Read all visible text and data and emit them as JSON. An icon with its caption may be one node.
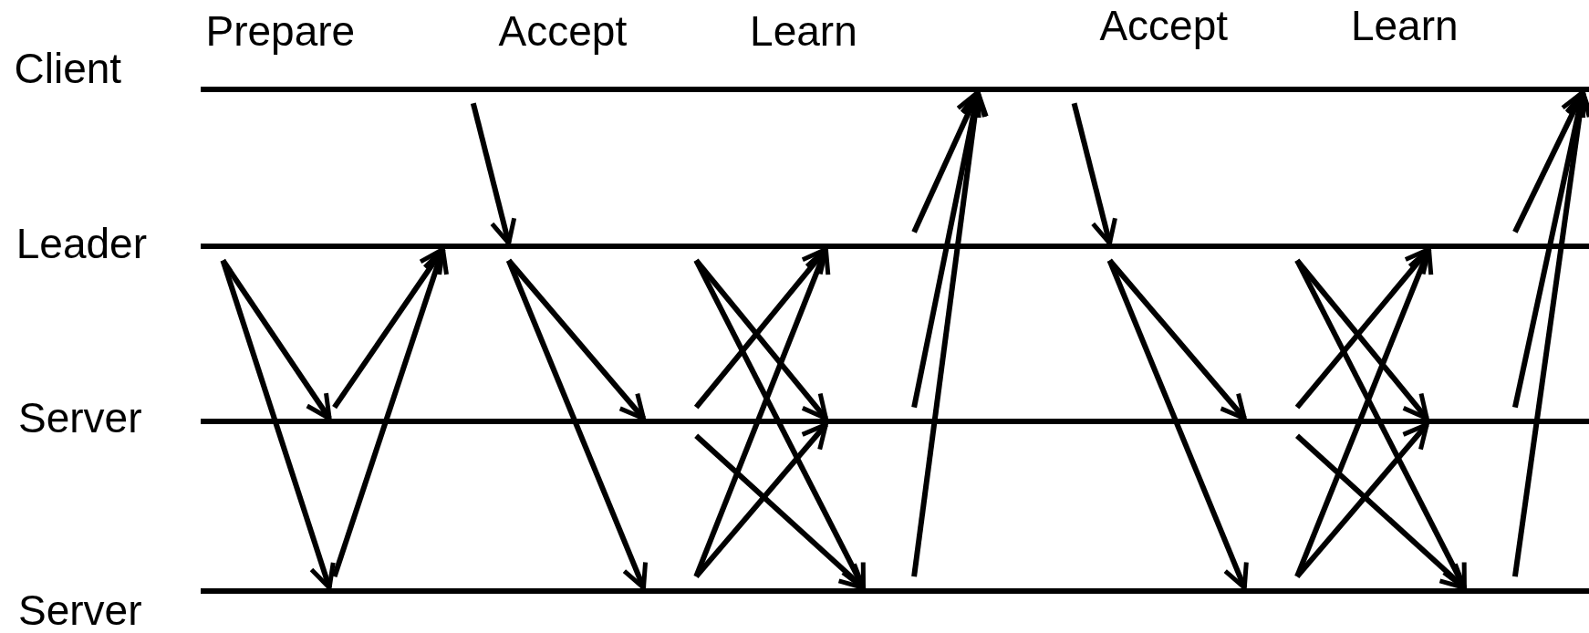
{
  "diagram": {
    "nodes": [
      {
        "text": [
          "Client"
        ]
      },
      {
        "text": [
          "Leader"
        ]
      },
      {
        "text": [
          "Server"
        ]
      },
      {
        "text": [
          "Server"
        ]
      }
    ],
    "edges": [
      {
        "from": 1,
        "to": 2,
        "arrow": "to"
      },
      {
        "from": 1,
        "to": 3,
        "arrow": "to"
      },
      {
        "from": 2,
        "to": 1,
        "arrow": "to"
      },
      {
        "from": 3,
        "to": 1,
        "arrow": "to"
      },
      {
        "from": 0,
        "to": 1,
        "arrow": "to"
      },
      {
        "from": 1,
        "to": 2,
        "arrow": "to"
      },
      {
        "from": 1,
        "to": 3,
        "arrow": "to"
      },
      {
        "from": 1,
        "to": 2,
        "arrow": "to"
      },
      {
        "from": 1,
        "to": 3,
        "arrow": "to"
      },
      {
        "from": 2,
        "to": 1,
        "arrow": "to"
      },
      {
        "from": 2,
        "to": 3,
        "arrow": "to"
      },
      {
        "from": 3,
        "to": 1,
        "arrow": "to"
      },
      {
        "from": 3,
        "to": 2,
        "arrow": "to"
      },
      {
        "from": 1,
        "to": 0,
        "arrow": "to"
      },
      {
        "from": 2,
        "to": 0,
        "arrow": "to"
      },
      {
        "from": 3,
        "to": 0,
        "arrow": "to"
      },
      {
        "from": 0,
        "to": 1,
        "arrow": "to"
      },
      {
        "from": 1,
        "to": 2,
        "arrow": "to"
      },
      {
        "from": 1,
        "to": 3,
        "arrow": "to"
      },
      {
        "from": 1,
        "to": 2,
        "arrow": "to"
      },
      {
        "from": 1,
        "to": 3,
        "arrow": "to"
      },
      {
        "from": 2,
        "to": 1,
        "arrow": "to"
      },
      {
        "from": 2,
        "to": 3,
        "arrow": "to"
      },
      {
        "from": 3,
        "to": 1,
        "arrow": "to"
      },
      {
        "from": 3,
        "to": 2,
        "arrow": "to"
      },
      {
        "from": 1,
        "to": 0,
        "arrow": "to"
      },
      {
        "from": 2,
        "to": 0,
        "arrow": "to"
      },
      {
        "from": 3,
        "to": 0,
        "arrow": "to"
      }
    ],
    "labels": [
      "Prepare",
      "Accept",
      "Learn",
      "Accept",
      "Learn"
    ]
  }
}
